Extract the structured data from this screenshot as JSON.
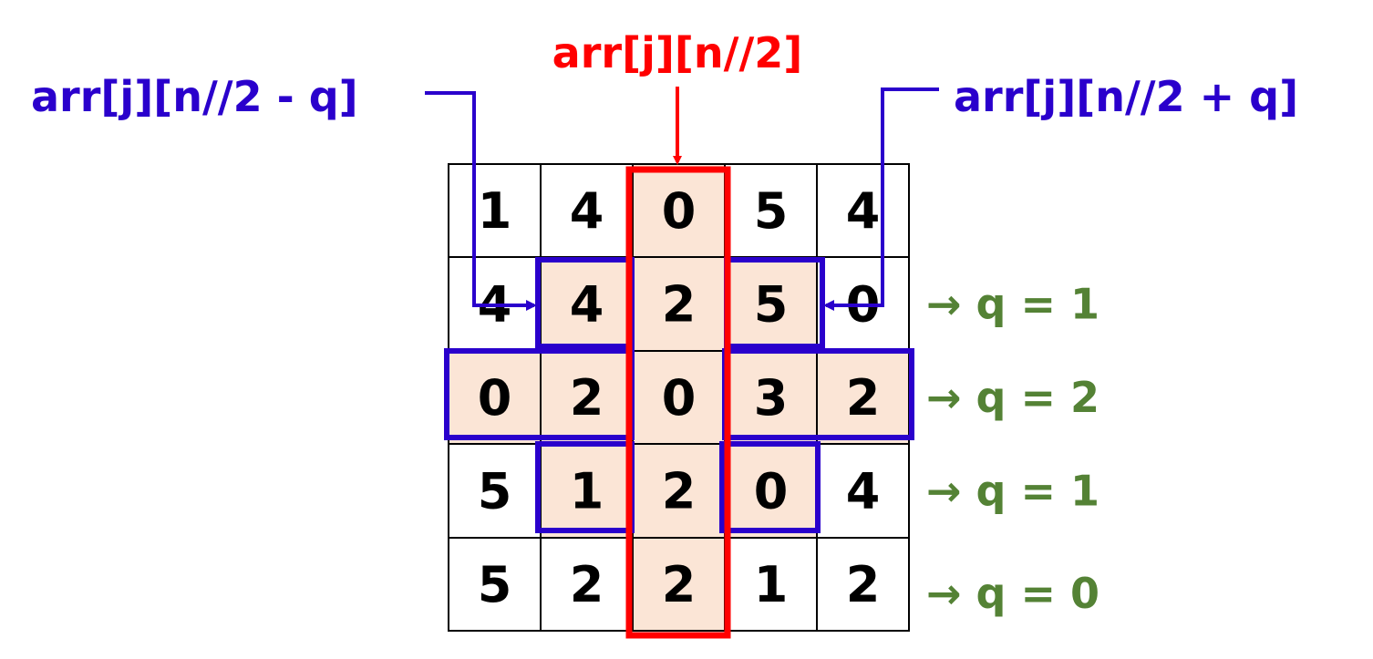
{
  "labels": {
    "center": "arr[j][n//2]",
    "left": "arr[j][n//2 - q]",
    "right": "arr[j][n//2 + q]"
  },
  "grid": [
    [
      "1",
      "4",
      "0",
      "5",
      "4"
    ],
    [
      "4",
      "4",
      "2",
      "5",
      "0"
    ],
    [
      "0",
      "2",
      "0",
      "3",
      "2"
    ],
    [
      "5",
      "1",
      "2",
      "0",
      "4"
    ],
    [
      "5",
      "2",
      "2",
      "1",
      "2"
    ]
  ],
  "highlighted_cells": [
    [
      0,
      2
    ],
    [
      1,
      1
    ],
    [
      1,
      2
    ],
    [
      1,
      3
    ],
    [
      2,
      0
    ],
    [
      2,
      1
    ],
    [
      2,
      2
    ],
    [
      2,
      3
    ],
    [
      2,
      4
    ],
    [
      3,
      1
    ],
    [
      3,
      2
    ],
    [
      3,
      3
    ],
    [
      4,
      2
    ]
  ],
  "row_annotations": [
    {
      "row": 1,
      "text": "→ q = 1"
    },
    {
      "row": 2,
      "text": "→ q = 2"
    },
    {
      "row": 3,
      "text": "→ q = 1"
    },
    {
      "row": 4,
      "text": "→ q = 0"
    }
  ],
  "colors": {
    "center_label": "#ff0000",
    "side_labels": "#2a00cc",
    "center_box": "#ff0000",
    "side_boxes": "#2a00cc",
    "highlight_fill": "#fbe5d6",
    "annotation": "#548235",
    "grid_line": "#000000"
  }
}
